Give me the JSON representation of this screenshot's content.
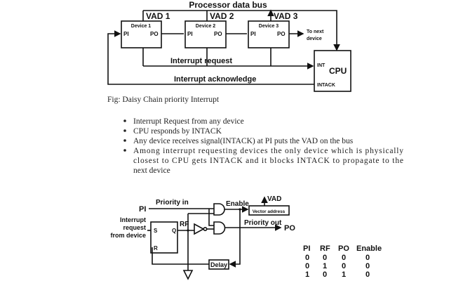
{
  "figure1": {
    "bus_label": "Processor data bus",
    "devices": [
      {
        "name": "Device 1",
        "vad": "VAD 1",
        "pi": "PI",
        "po": "PO"
      },
      {
        "name": "Device 2",
        "vad": "VAD 2",
        "pi": "PI",
        "po": "PO"
      },
      {
        "name": "Device 3",
        "vad": "VAD 3",
        "pi": "PI",
        "po": "PO"
      }
    ],
    "next_device": [
      "To next",
      "device"
    ],
    "cpu": {
      "int": "INT",
      "label": "CPU",
      "intack": "INTACK"
    },
    "interrupt_request": "Interrupt request",
    "interrupt_acknowledge": "Interrupt acknowledge"
  },
  "caption": "Fig: Daisy Chain priority Interrupt",
  "bullets": [
    "Interrupt Request from any device",
    "CPU responds by INTACK",
    "Any device receives signal(INTACK) at PI puts the VAD on the bus",
    "Among interrupt requesting devices the only device which is physically",
    "closest to CPU gets INTACK and it blocks INTACK to propagate to the",
    "next device"
  ],
  "figure2": {
    "pi": "PI",
    "priority_in": "Priority in",
    "enable": "Enable",
    "vad": "VAD",
    "vector_address": "Vector address",
    "priority_out": "Priority out",
    "po": "PO",
    "interrupt_request": [
      "Interrupt",
      "request",
      "from device"
    ],
    "ff_s": "S",
    "ff_q": "Q",
    "ff_r": "R",
    "rf": "RF",
    "delay": "Delay"
  },
  "truth_table": {
    "headers": [
      "PI",
      "RF",
      "PO",
      "Enable"
    ],
    "rows": [
      [
        "0",
        "0",
        "0",
        "0"
      ],
      [
        "0",
        "1",
        "0",
        "0"
      ],
      [
        "1",
        "0",
        "1",
        "0"
      ]
    ]
  }
}
